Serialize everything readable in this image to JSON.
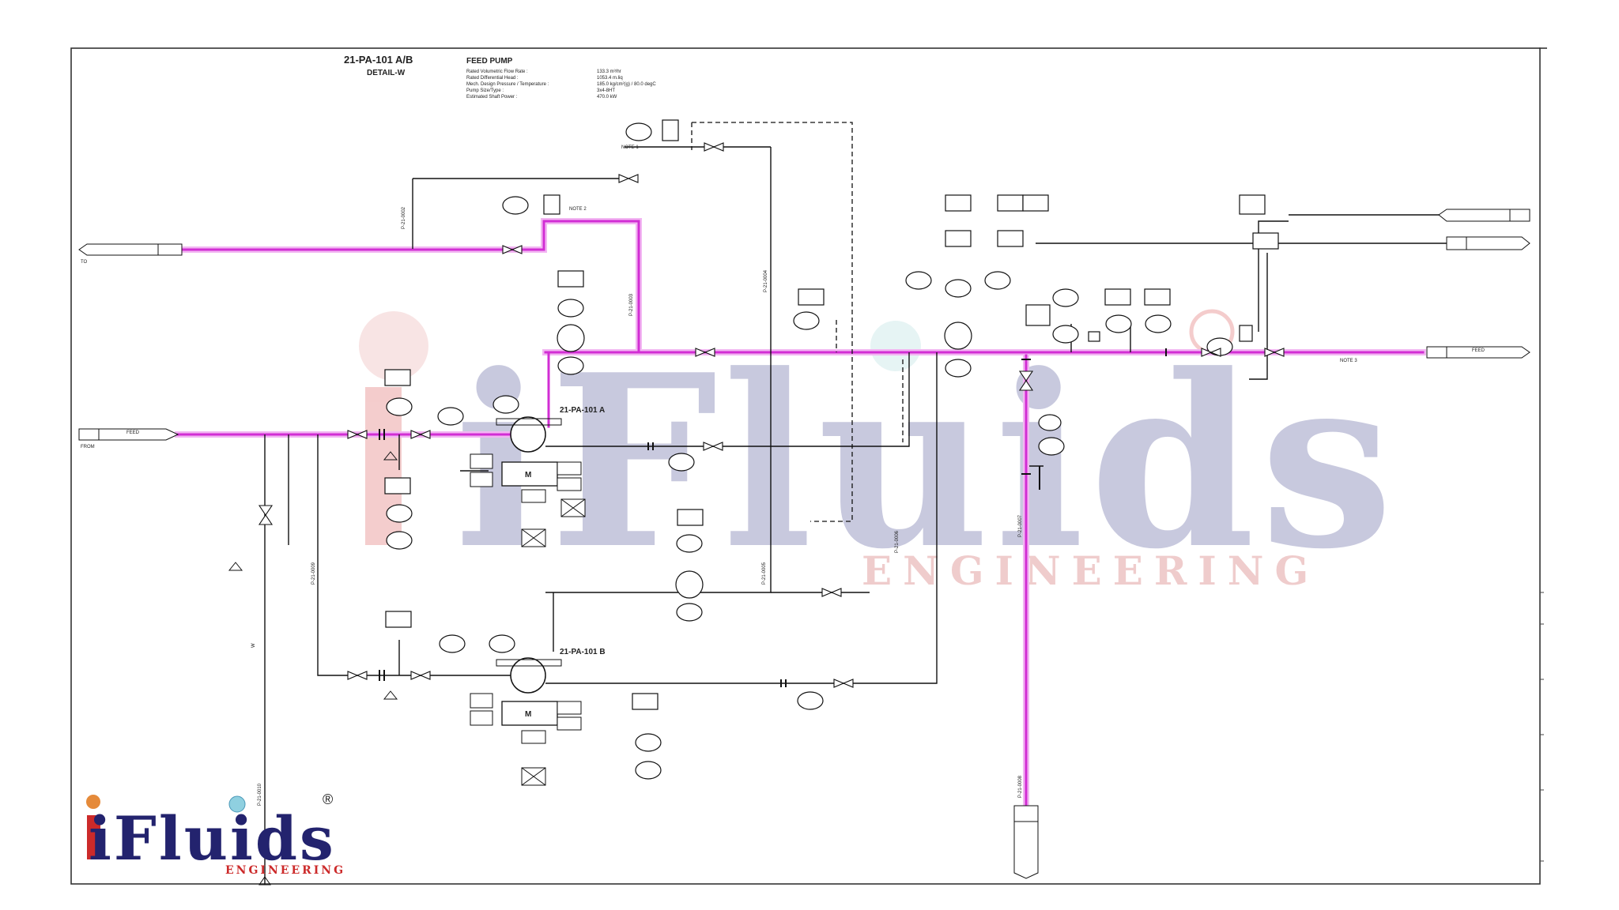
{
  "header": {
    "equipment_tag": "21-PA-101 A/B",
    "detail": "DETAIL-W",
    "equipment_name": "FEED PUMP",
    "specs": [
      {
        "label": "Rated Volumetric Flow Rate :",
        "value": "133.3 m³/hr"
      },
      {
        "label": "Rated Differential Head :",
        "value": "1053.4 m.liq"
      },
      {
        "label": "Mech. Design Pressure / Temperature :",
        "value": "185.0 kg/cm²(g) / 80.0 degC"
      },
      {
        "label": "Pump Size/Type :",
        "value": "3x4-8HT"
      },
      {
        "label": "Estimated Shaft Power :",
        "value": "470.0 kW"
      }
    ]
  },
  "pumps": {
    "pump_a": "21-PA-101 A",
    "pump_b": "21-PA-101 B",
    "motor_symbol": "M"
  },
  "watermark": {
    "center_text": "iFluids",
    "center_sub": "ENGINEERING"
  },
  "logo": {
    "text": "iFluids",
    "registered": "®",
    "sub": "ENGINEERING"
  },
  "notes": {
    "note1": "NOTE 1",
    "note2": "NOTE 2",
    "note3": "NOTE 3"
  },
  "off_page": {
    "feed_in_label": "FEED",
    "feed_out_label": "FEED",
    "to_label": "TO",
    "from_label": "FROM"
  },
  "colors": {
    "process_line": "#d22ed4",
    "process_glow": "#f2b6f2",
    "wm_letters": "#3c3f8a",
    "wm_i": "#d84a4a",
    "wm_sub": "#c84a4a"
  }
}
